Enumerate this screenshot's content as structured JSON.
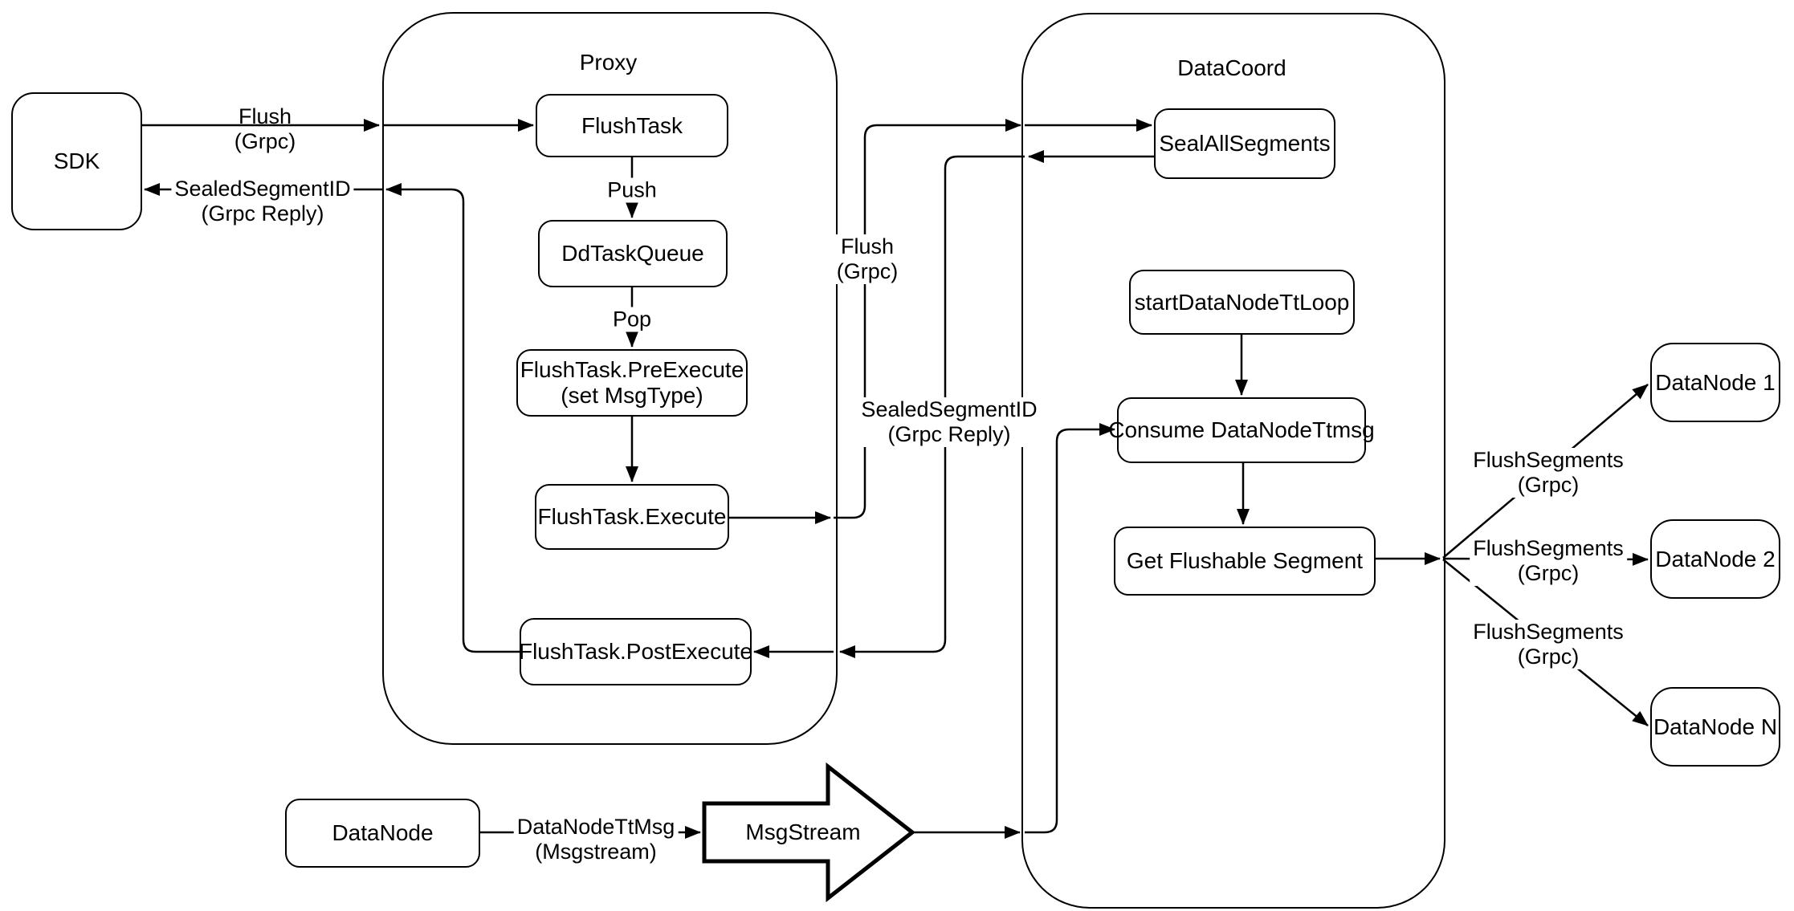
{
  "diagram": {
    "colors": {
      "stroke": "#000000",
      "background": "#ffffff"
    },
    "containers": {
      "proxy": {
        "label": "Proxy"
      },
      "datacoord": {
        "label": "DataCoord"
      }
    },
    "nodes": {
      "sdk": "SDK",
      "flush_task": "FlushTask",
      "dd_task_queue": "DdTaskQueue",
      "pre_execute": {
        "l1": "FlushTask.PreExecute",
        "l2": "(set MsgType)"
      },
      "execute": "FlushTask.Execute",
      "post_execute": "FlushTask.PostExecute",
      "seal_all_segments": "SealAllSegments",
      "start_datanode_tt_loop": "startDataNodeTtLoop",
      "consume_datanode_ttmsg": "Consume DataNodeTtmsg",
      "get_flushable_segment": "Get Flushable Segment",
      "datanode_1": "DataNode 1",
      "datanode_2": "DataNode 2",
      "datanode_n": "DataNode N",
      "datanode_source": "DataNode",
      "msgstream": "MsgStream"
    },
    "edges": {
      "flush_request": {
        "l1": "Flush",
        "l2": "(Grpc)"
      },
      "sealed_reply": {
        "l1": "SealedSegmentID",
        "l2": "(Grpc Reply)"
      },
      "push": "Push",
      "pop": "Pop",
      "flush_internal": {
        "l1": "Flush",
        "l2": "(Grpc)"
      },
      "sealed_internal": {
        "l1": "SealedSegmentID",
        "l2": "(Grpc Reply)"
      },
      "flush_segments_1": {
        "l1": "FlushSegments",
        "l2": "(Grpc)"
      },
      "flush_segments_2": {
        "l1": "FlushSegments",
        "l2": "(Grpc)"
      },
      "flush_segments_3": {
        "l1": "FlushSegments",
        "l2": "(Grpc)"
      },
      "datanode_ttmsg": {
        "l1": "DataNodeTtMsg",
        "l2": "(Msgstream)"
      }
    }
  }
}
